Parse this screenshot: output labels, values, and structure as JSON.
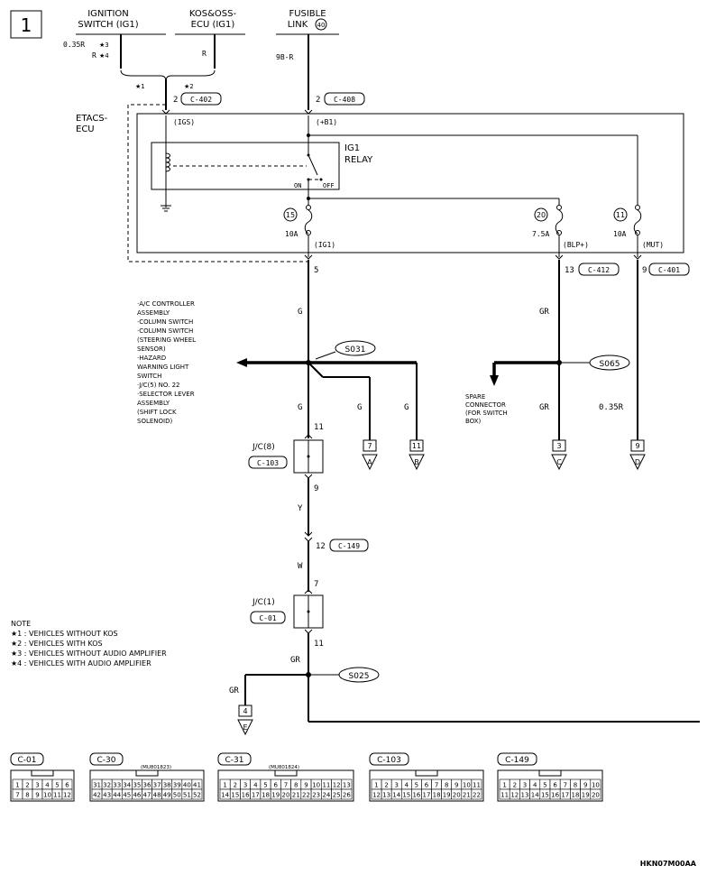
{
  "page": {
    "number": "1",
    "figure_code": "HKN07M00AA"
  },
  "sources": {
    "ignition": {
      "line1": "IGNITION",
      "line2": "SWITCH (IG1)",
      "wire1": "0.35R",
      "mark1": "★3",
      "wire2": "R",
      "mark2": "★4",
      "star1": "★1"
    },
    "kos": {
      "line1": "KOS&OSS-",
      "line2": "ECU (IG1)",
      "wire": "R",
      "star2": "★2"
    },
    "fusible": {
      "line1": "FUSIBLE",
      "line2": "LINK",
      "num": "40",
      "wire": "9B-R"
    }
  },
  "etacs": {
    "label1": "ETACS-",
    "label2": "ECU",
    "pin_ig": "2",
    "conn_ig": "C-402",
    "pin_b1": "2",
    "conn_b1": "C-408",
    "sig_igs": "(IGS)",
    "sig_b1": "(+B1)",
    "relay1": "IG1",
    "relay2": "RELAY",
    "on": "ON",
    "off": "OFF",
    "fuses": [
      {
        "num": "15",
        "amp": "10A",
        "sig": "(IG1)",
        "pin": "5",
        "conn": ""
      },
      {
        "num": "20",
        "amp": "7.5A",
        "sig": "(BLP+)",
        "pin": "13",
        "conn": "C-412"
      },
      {
        "num": "11",
        "amp": "10A",
        "sig": "(MUT)",
        "pin": "9",
        "conn": "C-401"
      }
    ]
  },
  "wires": {
    "g1": "G",
    "gr1": "GR",
    "g2": "G",
    "g3": "G",
    "g4": "G",
    "gr2": "GR",
    "r035": "0.35R",
    "y": "Y",
    "w": "W",
    "gr3": "GR",
    "gr4": "GR"
  },
  "splices": {
    "s031": "S031",
    "s065": "S065",
    "s025": "S025"
  },
  "loads": [
    "·A/C CONTROLLER",
    " ASSEMBLY",
    "·COLUMN SWITCH",
    "·COLUMN SWITCH",
    " (STEERING WHEEL",
    " SENSOR)",
    "·HAZARD",
    " WARNING LIGHT",
    " SWITCH",
    "·J/C(5) NO. 22",
    "·SELECTOR LEVER",
    " ASSEMBLY",
    " (SHIFT LOCK",
    " SOLENOID)"
  ],
  "spare": [
    "SPARE",
    "CONNECTOR",
    "(FOR SWITCH",
    " BOX)"
  ],
  "terminals": [
    {
      "num": "7",
      "letter": "A"
    },
    {
      "num": "11",
      "letter": "B"
    },
    {
      "num": "3",
      "letter": "C"
    },
    {
      "num": "9",
      "letter": "D"
    },
    {
      "num": "4",
      "letter": "E"
    }
  ],
  "junctions": {
    "jc8": {
      "label": "J/C(8)",
      "conn": "C-103",
      "pin_top": "11",
      "pin_bot": "9"
    },
    "c149": {
      "pin": "12",
      "conn": "C-149",
      "pin_bot": "7"
    },
    "jc1": {
      "label": "J/C(1)",
      "conn": "C-01",
      "pin_bot": "11"
    }
  },
  "note": {
    "title": "NOTE",
    "lines": [
      "★1 : VEHICLES WITHOUT KOS",
      "★2 : VEHICLES WITH KOS",
      "★3 : VEHICLES WITHOUT AUDIO AMPLIFIER",
      "★4 : VEHICLES WITH AUDIO AMPLIFIER"
    ]
  },
  "connectors": [
    {
      "id": "C-01",
      "part": "",
      "rows": [
        [
          "1",
          "2",
          "3",
          "4",
          "5",
          "6"
        ],
        [
          "7",
          "8",
          "9",
          "10",
          "11",
          "12"
        ]
      ]
    },
    {
      "id": "C-30",
      "part": "(MU801823)",
      "rows": [
        [
          "31",
          "32",
          "33",
          "34",
          "35",
          "36",
          "37",
          "38",
          "39",
          "40",
          "41"
        ],
        [
          "42",
          "43",
          "44",
          "45",
          "46",
          "47",
          "48",
          "49",
          "50",
          "51",
          "52"
        ]
      ]
    },
    {
      "id": "C-31",
      "part": "(MU801824)",
      "rows": [
        [
          "1",
          "2",
          "3",
          "4",
          "5",
          "6",
          "7",
          "8",
          "9",
          "10",
          "11",
          "12",
          "13"
        ],
        [
          "14",
          "15",
          "16",
          "17",
          "18",
          "19",
          "20",
          "21",
          "22",
          "23",
          "24",
          "25",
          "26"
        ]
      ]
    },
    {
      "id": "C-103",
      "part": "",
      "rows": [
        [
          "1",
          "2",
          "3",
          "4",
          "5",
          "6",
          "7",
          "8",
          "9",
          "10",
          "11"
        ],
        [
          "12",
          "13",
          "14",
          "15",
          "16",
          "17",
          "18",
          "19",
          "20",
          "21",
          "22"
        ]
      ]
    },
    {
      "id": "C-149",
      "part": "",
      "rows": [
        [
          "1",
          "2",
          "3",
          "4",
          "5",
          "6",
          "7",
          "8",
          "9",
          "10"
        ],
        [
          "11",
          "12",
          "13",
          "14",
          "15",
          "16",
          "17",
          "18",
          "19",
          "20"
        ]
      ]
    }
  ]
}
